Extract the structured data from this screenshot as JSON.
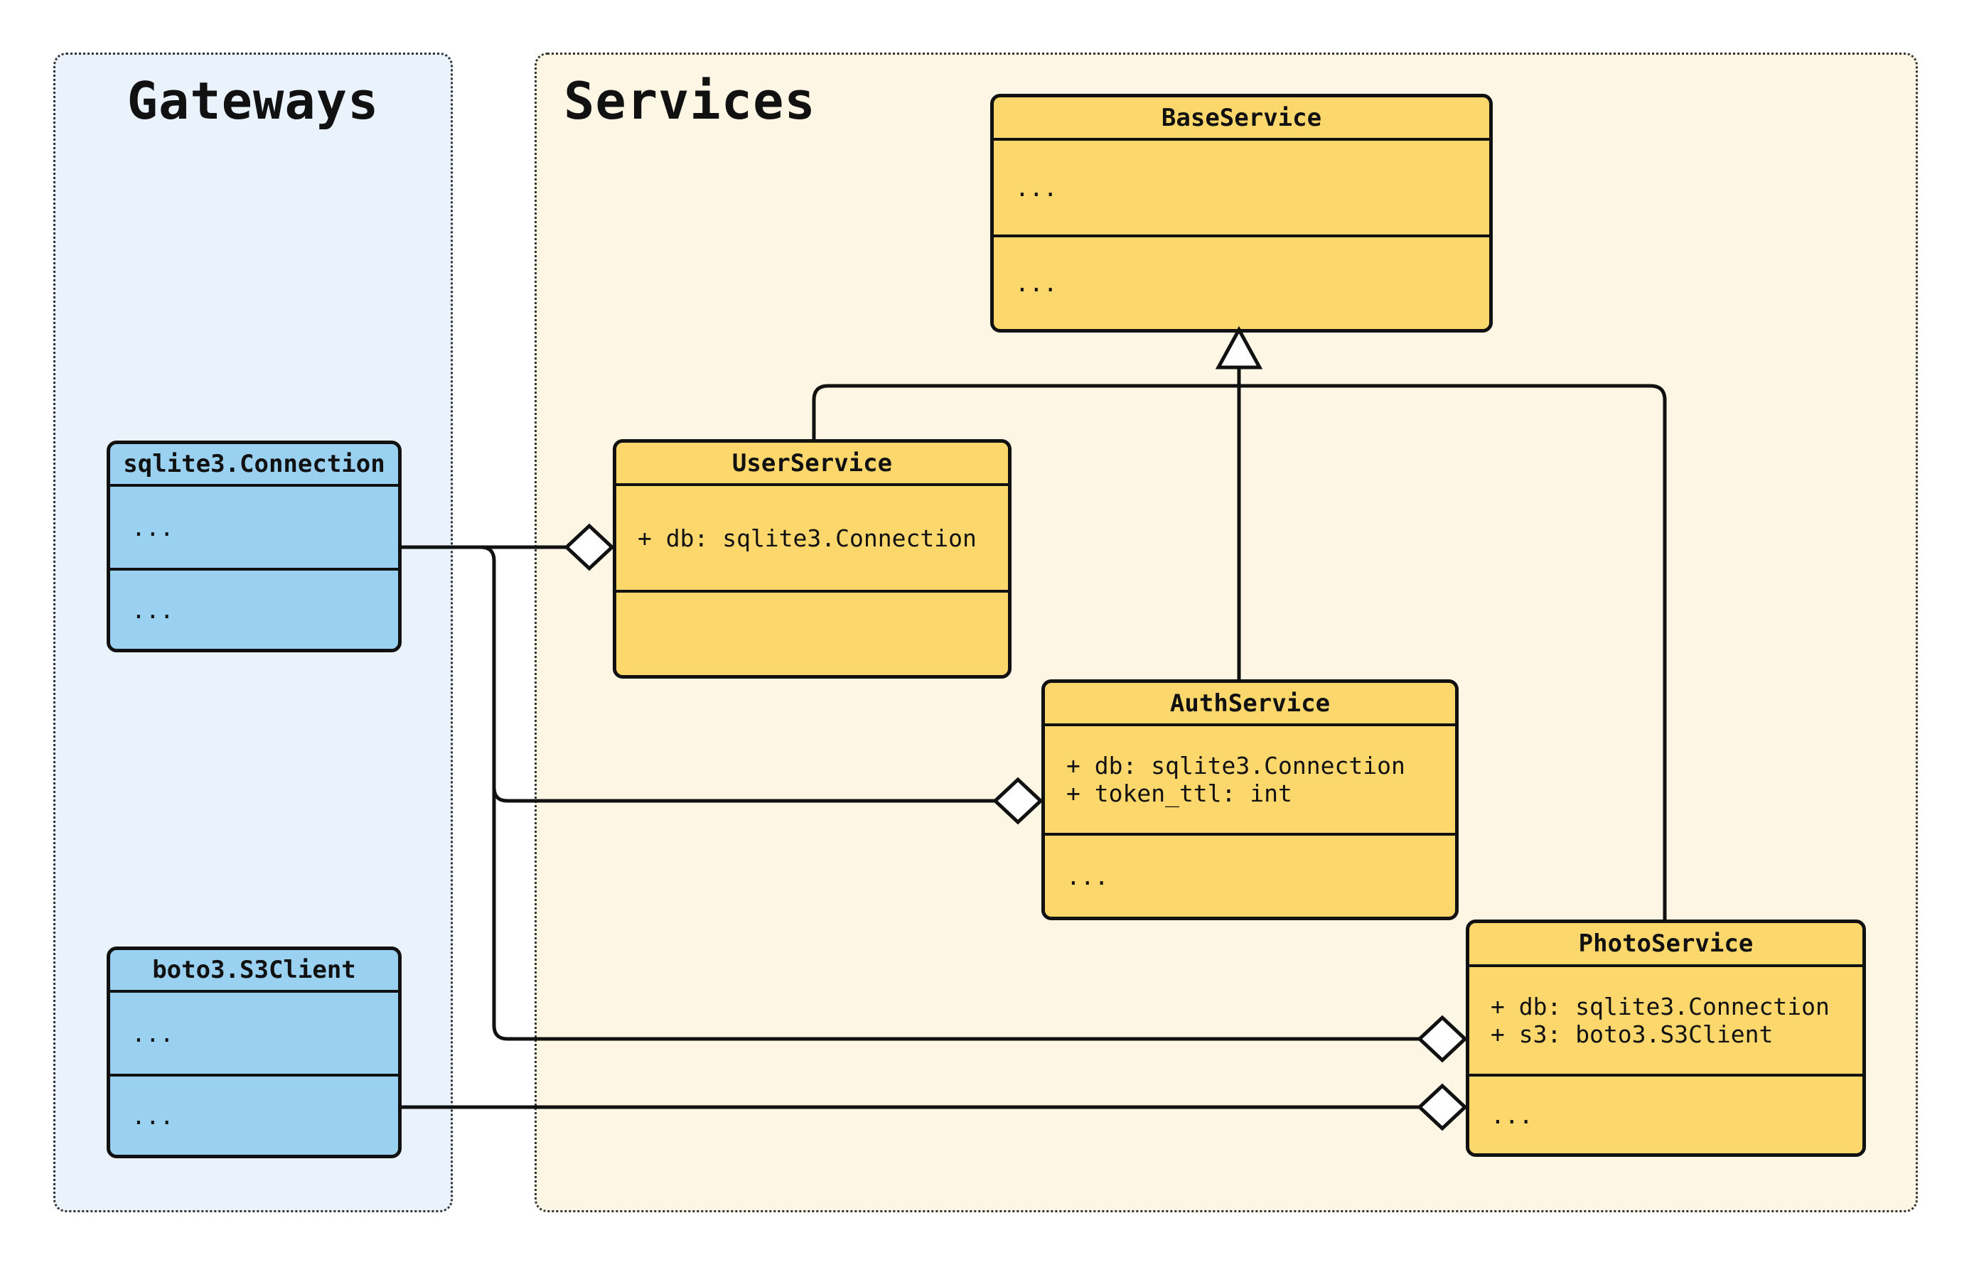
{
  "groups": {
    "gateways": {
      "label": "Gateways"
    },
    "services": {
      "label": "Services"
    }
  },
  "classes": {
    "sqlite": {
      "title": "sqlite3.Connection",
      "attributes": [
        "..."
      ],
      "methods": [
        "..."
      ]
    },
    "boto": {
      "title": "boto3.S3Client",
      "attributes": [
        "..."
      ],
      "methods": [
        "..."
      ]
    },
    "base": {
      "title": "BaseService",
      "attributes": [
        "..."
      ],
      "methods": [
        "..."
      ]
    },
    "user": {
      "title": "UserService",
      "attributes": [
        "+ db: sqlite3.Connection"
      ],
      "methods": []
    },
    "auth": {
      "title": "AuthService",
      "attributes": [
        "+ db: sqlite3.Connection",
        "+ token_ttl: int"
      ],
      "methods": [
        "..."
      ]
    },
    "photo": {
      "title": "PhotoService",
      "attributes": [
        "+ db: sqlite3.Connection",
        "+ s3: boto3.S3Client"
      ],
      "methods": [
        "..."
      ]
    }
  },
  "relationships": [
    {
      "type": "inheritance",
      "from": "UserService",
      "to": "BaseService"
    },
    {
      "type": "inheritance",
      "from": "AuthService",
      "to": "BaseService"
    },
    {
      "type": "inheritance",
      "from": "PhotoService",
      "to": "BaseService"
    },
    {
      "type": "aggregation",
      "from": "sqlite3.Connection",
      "to": "UserService"
    },
    {
      "type": "aggregation",
      "from": "sqlite3.Connection",
      "to": "AuthService"
    },
    {
      "type": "aggregation",
      "from": "sqlite3.Connection",
      "to": "PhotoService"
    },
    {
      "type": "aggregation",
      "from": "boto3.S3Client",
      "to": "PhotoService"
    }
  ],
  "colors": {
    "service_fill": "#FBD76C",
    "gateway_fill": "#9AD1F0",
    "services_panel_bg": "#FDF6E4",
    "gateways_panel_bg": "#EAF2FB",
    "line": "#111111"
  }
}
